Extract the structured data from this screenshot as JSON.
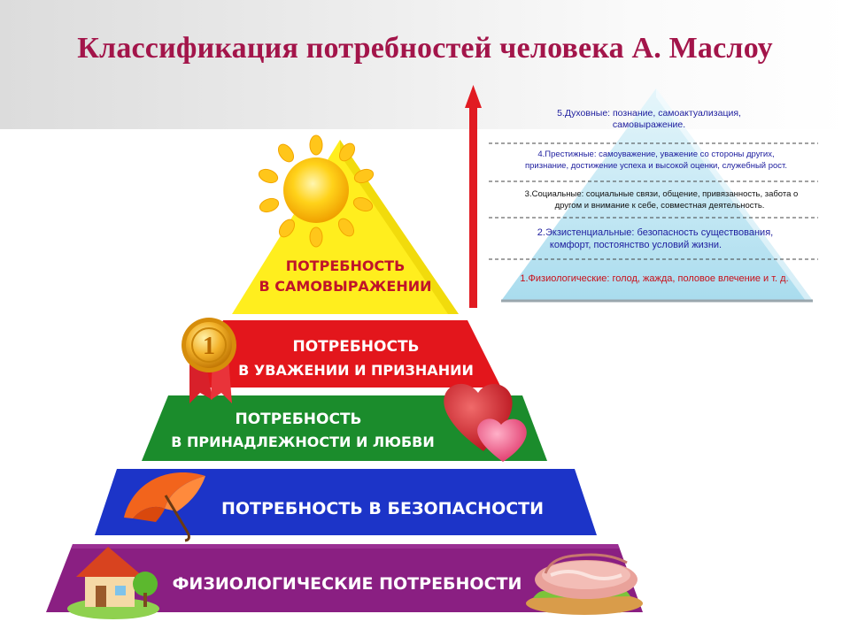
{
  "title": "Классификация потребностей человека А. Маслоу",
  "pyramid": {
    "level5": {
      "line1": "ПОТРЕБНОСТЬ",
      "line2": "В САМОВЫРАЖЕНИИ",
      "color": "#ffee1e"
    },
    "level4": {
      "line1": "ПОТРЕБНОСТЬ",
      "line2": "В УВАЖЕНИИ И ПРИЗНАНИИ",
      "color": "#e3161c"
    },
    "level3": {
      "line1": "ПОТРЕБНОСТЬ",
      "line2": "В ПРИНАДЛЕЖНОСТИ И ЛЮБВИ",
      "color": "#1b8c2c"
    },
    "level2": {
      "line1": "ПОТРЕБНОСТЬ В БЕЗОПАСНОСТИ",
      "color": "#1c34c8"
    },
    "level1": {
      "line1": "ФИЗИОЛОГИЧЕСКИЕ ПОТРЕБНОСТИ",
      "color": "#8a1f82"
    },
    "medal_number": "1"
  },
  "side_pyramid": {
    "items": [
      {
        "line1": "5.Духовные: познание, самоактуализация,",
        "line2": "самовыражение.",
        "color": "#1d1d9e"
      },
      {
        "line1": "4.Престижные: самоуважение, уважение со стороны других,",
        "line2": "признание, достижение успеха и высокой оценки, служебный рост.",
        "color": "#1d1d9e"
      },
      {
        "line1": "3.Социальные: социальные связи, общение, привязанность, забота о",
        "line2": "другом и внимание к себе, совместная деятельность.",
        "color": "#111111"
      },
      {
        "line1": "2.Экзистенциальные: безопасность существования,",
        "line2": "комфорт, постоянство условий жизни.",
        "color": "#1d1d9e"
      },
      {
        "line1": "1.Физиологические: голод, жажда, половое влечение и т. д.",
        "line2": "",
        "color": "#c8101a"
      }
    ]
  },
  "colors": {
    "title": "#a3154a",
    "arrow": "#e11b22",
    "side_pyramid_fill": "#bfe6f4"
  }
}
